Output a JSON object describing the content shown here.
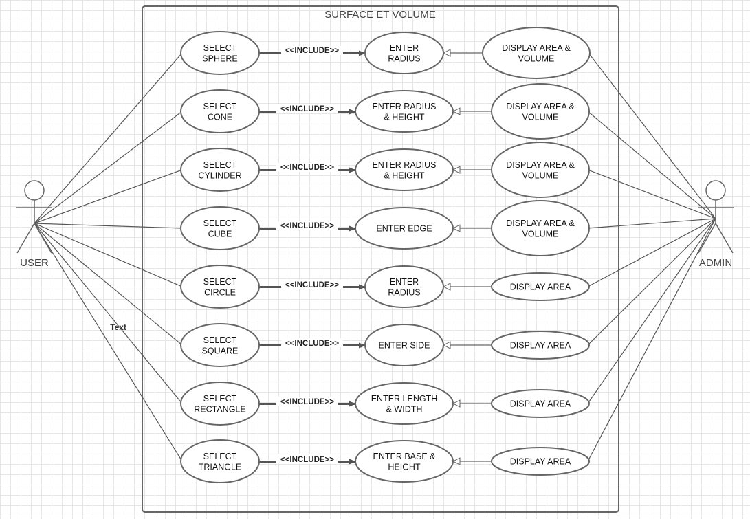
{
  "diagram": {
    "title": "SURFACE ET VOLUME",
    "actors": {
      "user": "USER",
      "admin": "ADMIN"
    },
    "include_label": "<<INCLUDE>>",
    "note_label": "Text",
    "rows": [
      {
        "select": [
          "SELECT",
          "SPHERE"
        ],
        "enter": [
          "ENTER",
          "RADIUS"
        ],
        "display": [
          "DISPLAY AREA &",
          "VOLUME"
        ]
      },
      {
        "select": [
          "SELECT",
          "CONE"
        ],
        "enter": [
          "ENTER RADIUS",
          "& HEIGHT"
        ],
        "display": [
          "DISPLAY AREA &",
          "VOLUME"
        ]
      },
      {
        "select": [
          "SELECT",
          "CYLINDER"
        ],
        "enter": [
          "ENTER RADIUS",
          "& HEIGHT"
        ],
        "display": [
          "DISPLAY AREA &",
          "VOLUME"
        ]
      },
      {
        "select": [
          "SELECT",
          "CUBE"
        ],
        "enter": [
          "ENTER EDGE"
        ],
        "display": [
          "DISPLAY AREA &",
          "VOLUME"
        ]
      },
      {
        "select": [
          "SELECT",
          "CIRCLE"
        ],
        "enter": [
          "ENTER",
          "RADIUS"
        ],
        "display": [
          "DISPLAY AREA"
        ]
      },
      {
        "select": [
          "SELECT",
          "SQUARE"
        ],
        "enter": [
          "ENTER SIDE"
        ],
        "display": [
          "DISPLAY AREA"
        ]
      },
      {
        "select": [
          "SELECT",
          "RECTANGLE"
        ],
        "enter": [
          "ENTER LENGTH",
          "& WIDTH"
        ],
        "display": [
          "DISPLAY AREA"
        ]
      },
      {
        "select": [
          "SELECT",
          "TRIANGLE"
        ],
        "enter": [
          "ENTER BASE &",
          "HEIGHT"
        ],
        "display": [
          "DISPLAY AREA"
        ]
      }
    ]
  }
}
